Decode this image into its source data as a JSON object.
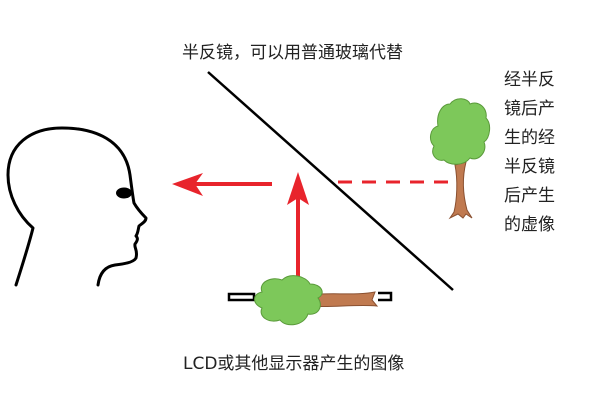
{
  "labels": {
    "mirror": "半反镜，可以用普通玻璃代替",
    "display_image": "LCD或其他显示器产生的图像",
    "virtual_image_lines": [
      "经半反",
      "镜后产",
      "生的经",
      "半反镜",
      "后产生",
      "的虚像"
    ]
  },
  "colors": {
    "arrow": "#e8242c",
    "mirror_line": "#000000",
    "foliage": "#7dc85a",
    "foliage_outline": "#5a9a3a",
    "trunk": "#c07a50",
    "trunk_outline": "#8a5030",
    "outline": "#000000"
  },
  "icons": {
    "viewer": "head-profile-icon",
    "real_tree": "tree-icon",
    "display_tree": "tree-rotated-icon",
    "eye": "eye-icon"
  }
}
